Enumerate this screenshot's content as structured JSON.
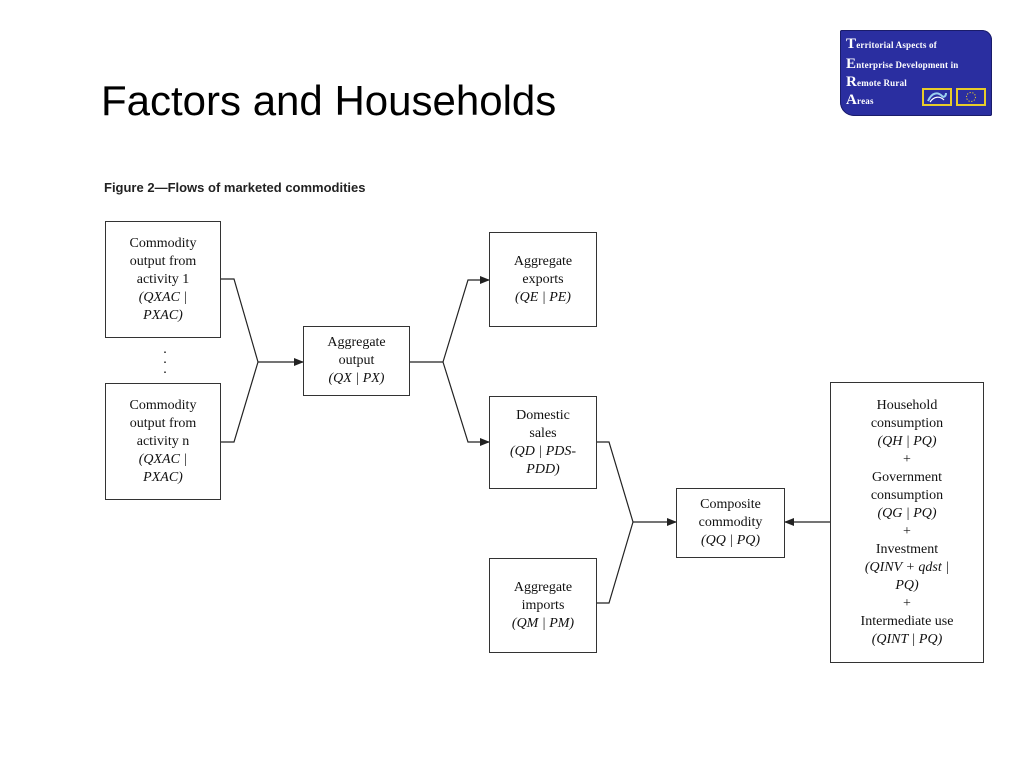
{
  "slide": {
    "title": "Factors and Households"
  },
  "logo": {
    "lines": [
      {
        "initial": "T",
        "rest": "erritorial Aspects of"
      },
      {
        "initial": "E",
        "rest": "nterprise Development in"
      },
      {
        "initial": "R",
        "rest": "emote Rural"
      },
      {
        "initial": "A",
        "rest": "reas"
      }
    ],
    "colors": {
      "background": "#2a2ea0",
      "accent": "#e8cc2a"
    }
  },
  "figure": {
    "caption": "Figure 2—Flows of marketed commodities",
    "nodes": {
      "activity1": [
        "Commodity",
        "output from",
        "activity 1",
        "(QXAC |",
        "PXAC)"
      ],
      "activityn": [
        "Commodity",
        "output from",
        "activity n",
        "(QXAC |",
        "PXAC)"
      ],
      "aggregate_output": [
        "Aggregate",
        "output",
        "(QX | PX)"
      ],
      "aggregate_exports": [
        "Aggregate",
        "exports",
        "(QE | PE)"
      ],
      "domestic_sales": [
        "Domestic",
        "sales",
        "(QD | PDS-",
        "PDD)"
      ],
      "aggregate_imports": [
        "Aggregate",
        "imports",
        "(QM | PM)"
      ],
      "composite_commodity": [
        "Composite",
        "commodity",
        "(QQ | PQ)"
      ],
      "demand": [
        "Household",
        "consumption",
        "(QH | PQ)",
        "+",
        "Government",
        "consumption",
        "(QG | PQ)",
        "+",
        "Investment",
        "(QINV + qdst |",
        "PQ)",
        "+",
        "Intermediate use",
        "(QINT | PQ)"
      ]
    },
    "dots": ".\n.\n."
  }
}
